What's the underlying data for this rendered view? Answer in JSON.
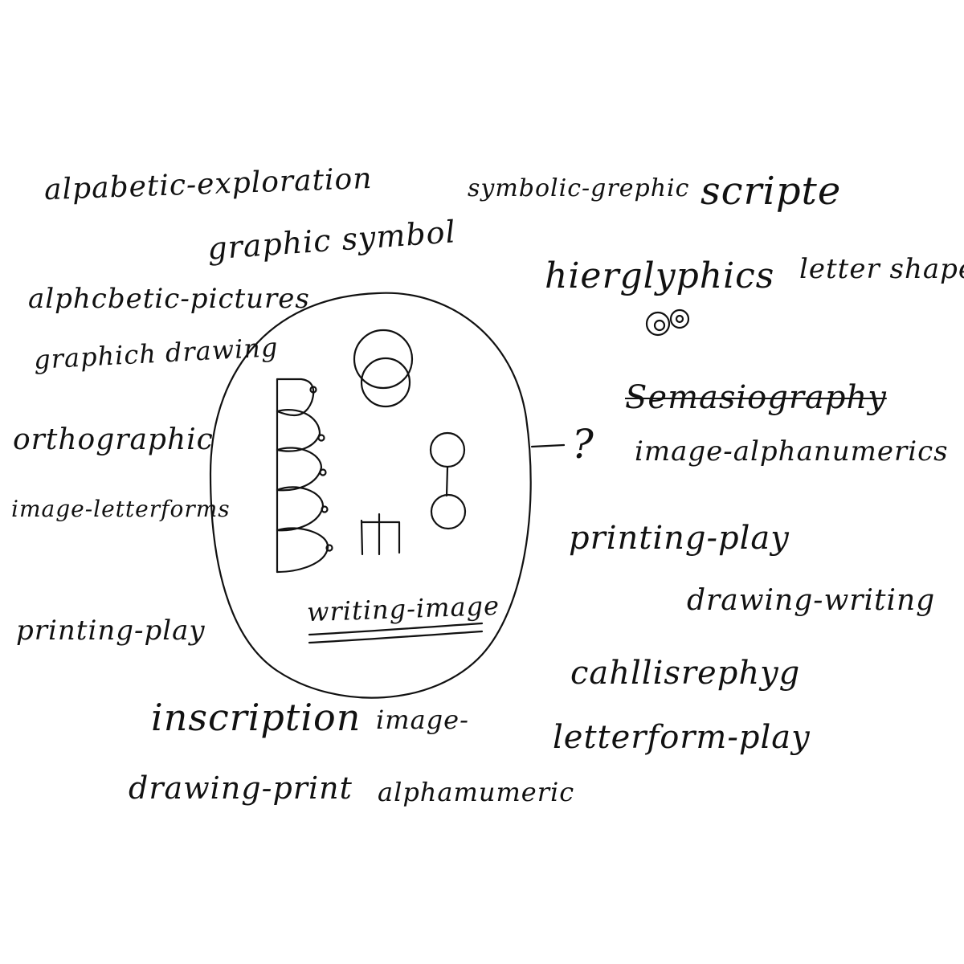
{
  "words": {
    "alpabetic_exploration": "alpabetic-exploration",
    "symbolic_grephic": "symbolic-grephic",
    "scripte": "scripte",
    "graphic_symbol": "graphic symbol",
    "alphabetic_pictures": "alphcbetic-pictures",
    "hierglyphics": "hierglyphics",
    "letter_shape": "letter shape",
    "graphich_drawing": "graphich drawing",
    "semasiography": "Semasiography",
    "orthographic": "orthographic",
    "question_mark": "?",
    "image_alphanumerics": "image-alphanumerics",
    "image_letterforms": "image-letterforms",
    "printing_play_right": "printing-play",
    "drawing_writing": "drawing-writing",
    "printing_play_left": "printing-play",
    "writing_image": "writing-image",
    "cahllisrephyg": "cahllisrephyg",
    "inscription": "inscription",
    "image_dash": "image-",
    "letterform_play": "letterform-play",
    "drawing_print": "drawing-print",
    "alphamumeric": "alphamumeric"
  }
}
